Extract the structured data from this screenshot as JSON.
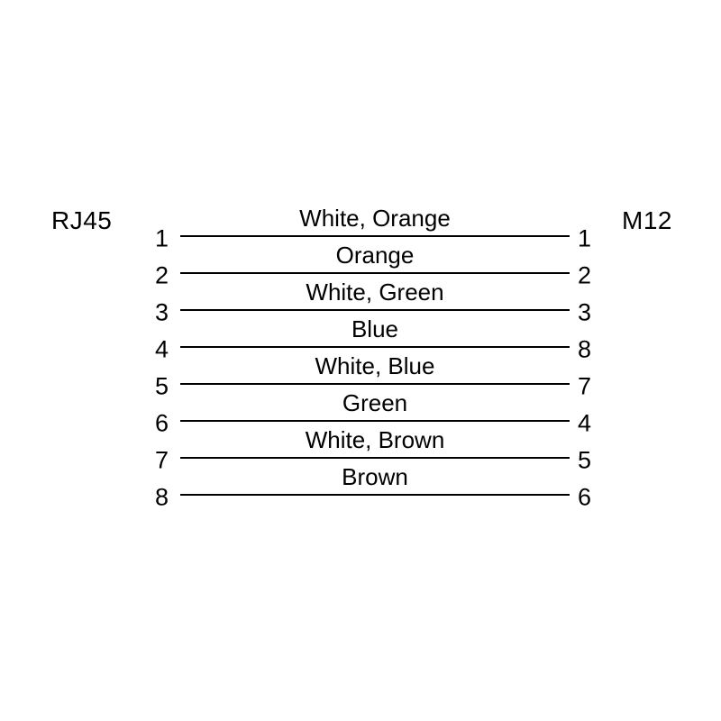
{
  "diagram": {
    "left_connector": "RJ45",
    "right_connector": "M12",
    "rows": [
      {
        "left_pin": "1",
        "label": "White, Orange",
        "right_pin": "1"
      },
      {
        "left_pin": "2",
        "label": "Orange",
        "right_pin": "2"
      },
      {
        "left_pin": "3",
        "label": "White, Green",
        "right_pin": "3"
      },
      {
        "left_pin": "4",
        "label": "Blue",
        "right_pin": "8"
      },
      {
        "left_pin": "5",
        "label": "White, Blue",
        "right_pin": "7"
      },
      {
        "left_pin": "6",
        "label": "Green",
        "right_pin": "4"
      },
      {
        "left_pin": "7",
        "label": "White, Brown",
        "right_pin": "5"
      },
      {
        "left_pin": "8",
        "label": "Brown",
        "right_pin": "6"
      }
    ]
  }
}
